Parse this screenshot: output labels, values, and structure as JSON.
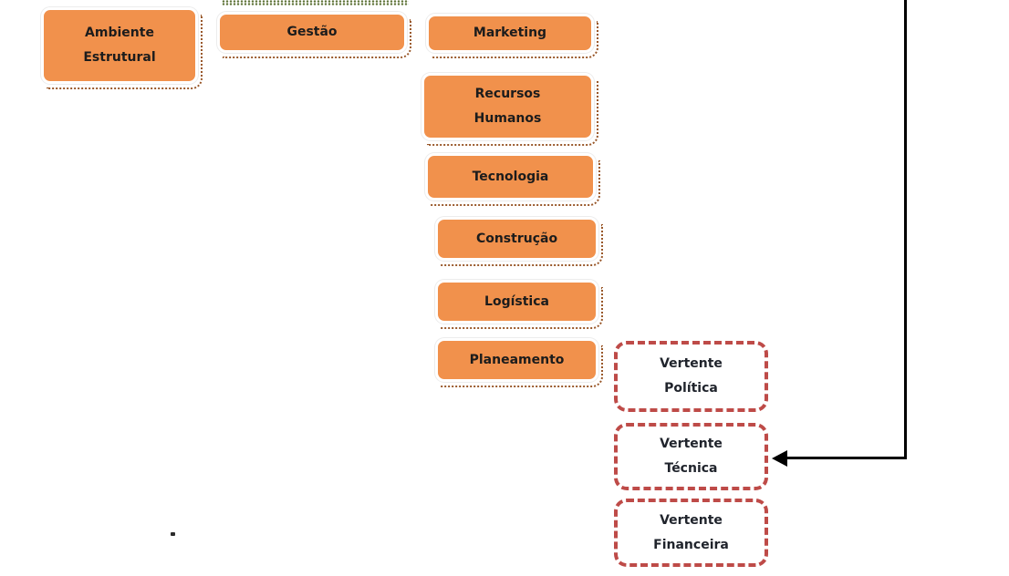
{
  "diagram": {
    "nodes": {
      "ambiente_estrutural": {
        "label": "Ambiente\nEstrutural"
      },
      "gestao": {
        "label": "Gestão"
      },
      "marketing": {
        "label": "Marketing"
      },
      "recursos_humanos": {
        "label": "Recursos\nHumanos"
      },
      "tecnologia": {
        "label": "Tecnologia"
      },
      "construcao": {
        "label": "Construção"
      },
      "logistica": {
        "label": "Logística"
      },
      "planeamento": {
        "label": "Planeamento"
      },
      "vertente_politica": {
        "label": "Vertente\nPolítica"
      },
      "vertente_tecnica": {
        "label": "Vertente\nTécnica"
      },
      "vertente_financeira": {
        "label": "Vertente\nFinanceira"
      }
    },
    "colors": {
      "orange_fill": "#F1914C",
      "orange_dotted_shadow": "#99582A",
      "dashed_box_border": "#BE4B48",
      "green_dotted_edge": "#5C7134",
      "node_text": "#1c1c1c",
      "connector": "#000000",
      "background": "#ffffff"
    }
  }
}
